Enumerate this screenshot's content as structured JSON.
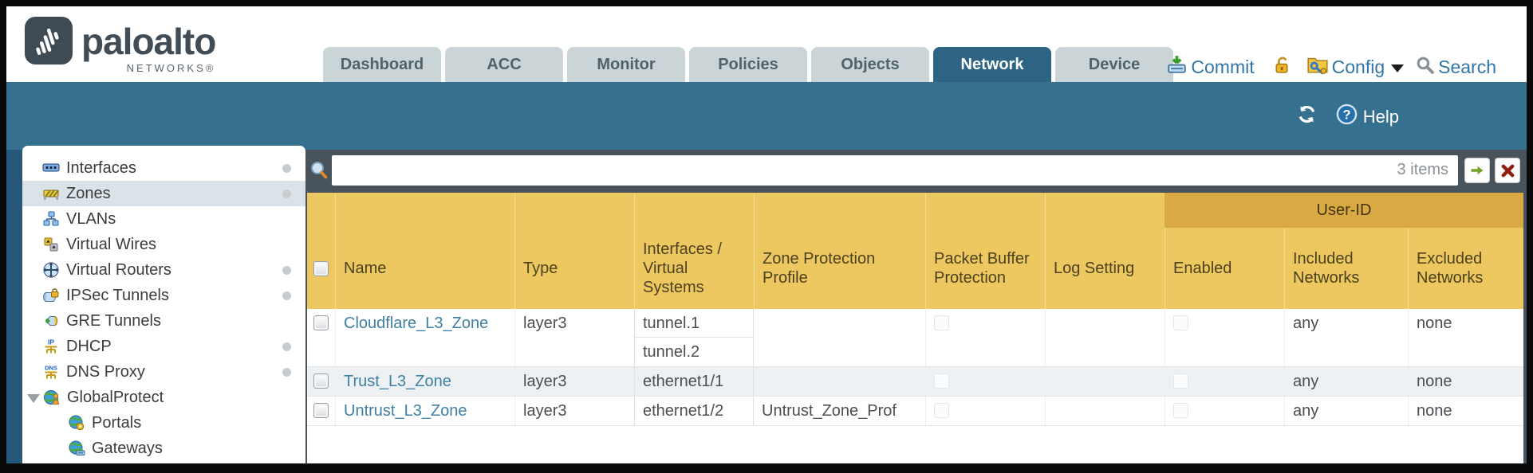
{
  "brand": {
    "name": "paloalto",
    "sub": "NETWORKS®"
  },
  "nav": {
    "tabs": [
      {
        "label": "Dashboard",
        "active": false
      },
      {
        "label": "ACC",
        "active": false
      },
      {
        "label": "Monitor",
        "active": false
      },
      {
        "label": "Policies",
        "active": false
      },
      {
        "label": "Objects",
        "active": false
      },
      {
        "label": "Network",
        "active": true
      },
      {
        "label": "Device",
        "active": false
      }
    ],
    "actions": {
      "commit": "Commit",
      "config": "Config",
      "search": "Search"
    }
  },
  "band": {
    "help": "Help"
  },
  "sidebar": {
    "items": [
      {
        "label": "Interfaces",
        "icon": "interfaces-icon",
        "dot": true
      },
      {
        "label": "Zones",
        "icon": "zones-icon",
        "dot": true,
        "selected": true
      },
      {
        "label": "VLANs",
        "icon": "vlans-icon",
        "dot": false
      },
      {
        "label": "Virtual Wires",
        "icon": "virtual-wires-icon",
        "dot": false
      },
      {
        "label": "Virtual Routers",
        "icon": "virtual-routers-icon",
        "dot": true
      },
      {
        "label": "IPSec Tunnels",
        "icon": "ipsec-tunnels-icon",
        "dot": true
      },
      {
        "label": "GRE Tunnels",
        "icon": "gre-tunnels-icon",
        "dot": false
      },
      {
        "label": "DHCP",
        "icon": "dhcp-icon",
        "dot": true
      },
      {
        "label": "DNS Proxy",
        "icon": "dns-proxy-icon",
        "dot": true
      },
      {
        "label": "GlobalProtect",
        "icon": "globalprotect-icon",
        "dot": false,
        "expanded": true
      },
      {
        "label": "Portals",
        "icon": "portals-icon",
        "dot": false,
        "child": true
      },
      {
        "label": "Gateways",
        "icon": "gateways-icon",
        "dot": false,
        "child": true
      }
    ]
  },
  "toolbar": {
    "items_count": "3 items"
  },
  "table": {
    "group_header": "User-ID",
    "columns": [
      "",
      "Name",
      "Type",
      "Interfaces / Virtual Systems",
      "Zone Protection Profile",
      "Packet Buffer Protection",
      "Log Setting",
      "Enabled",
      "Included Networks",
      "Excluded Networks"
    ],
    "rows": [
      {
        "name": "Cloudflare_L3_Zone",
        "type": "layer3",
        "interfaces": [
          "tunnel.1",
          "tunnel.2"
        ],
        "zone_protection_profile": "",
        "packet_buffer_protection": false,
        "log_setting": "",
        "user_id_enabled": false,
        "included_networks": "any",
        "excluded_networks": "none"
      },
      {
        "name": "Trust_L3_Zone",
        "type": "layer3",
        "interfaces": [
          "ethernet1/1"
        ],
        "zone_protection_profile": "",
        "packet_buffer_protection": false,
        "log_setting": "",
        "user_id_enabled": false,
        "included_networks": "any",
        "excluded_networks": "none"
      },
      {
        "name": "Untrust_L3_Zone",
        "type": "layer3",
        "interfaces": [
          "ethernet1/2"
        ],
        "zone_protection_profile": "Untrust_Zone_Prof",
        "packet_buffer_protection": false,
        "log_setting": "",
        "user_id_enabled": false,
        "included_networks": "any",
        "excluded_networks": "none"
      }
    ]
  },
  "colors": {
    "teal_band": "#35708f",
    "active_tab": "#2d6484",
    "header_orange": "#edc75f",
    "user_id_band": "#d9a943",
    "content_gray": "#49535b",
    "link_blue": "#3f7fa2",
    "action_blue": "#3077a8"
  }
}
